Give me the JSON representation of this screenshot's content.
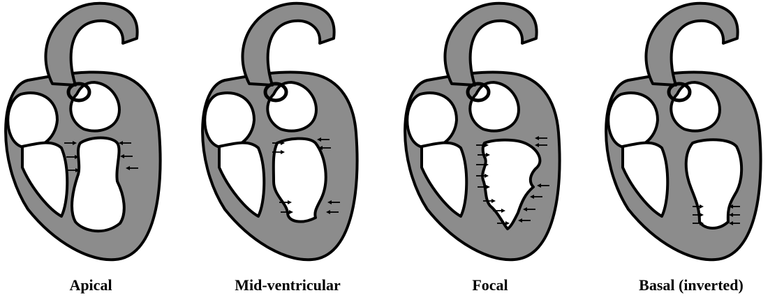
{
  "panels": [
    {
      "id": "apical",
      "label": "Apical",
      "lv_shape": "apical-ballooning"
    },
    {
      "id": "mid-ventricular",
      "label": "Mid-ventricular",
      "lv_shape": "mid-ballooning"
    },
    {
      "id": "focal",
      "label": "Focal",
      "lv_shape": "focal-ballooning"
    },
    {
      "id": "basal",
      "label": "Basal (inverted)",
      "lv_shape": "basal-ballooning"
    }
  ],
  "colors": {
    "myocardium": "#8c8c8c",
    "outline": "#000000",
    "chamber": "#ffffff"
  }
}
